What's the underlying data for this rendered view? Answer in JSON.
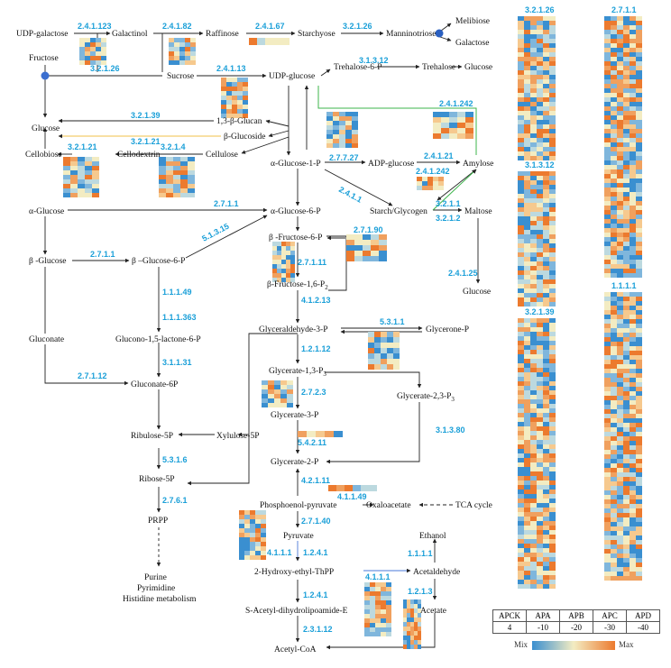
{
  "metabolites": {
    "udp_galactose": "UDP-galactose",
    "galactinol": "Galactinol",
    "raffinose": "Raffinose",
    "starchyose": "Starchyose",
    "manninotriose": "Manninotriose",
    "melibiose": "Melibiose",
    "galactose": "Galactose",
    "fructose": "Fructose",
    "sucrose": "Sucrose",
    "udp_glucose": "UDP-glucose",
    "trehalose_6p": "Trehalose-6-P",
    "trehalose": "Trehalose",
    "glucose_top": "Glucose",
    "glucose_left": "Glucose",
    "glucan": "1,3-β-Glucan",
    "glucoside": "β-Glucoside",
    "cellobiose": "Cellobiose",
    "cellodextrin": "Cellodextrin",
    "cellulose": "Cellulose",
    "alpha_glucose_1p": "α-Glucose-1-P",
    "adp_glucose": "ADP-glucose",
    "amylose": "Amylose",
    "starch": "Starch/Glycogen",
    "maltose": "Maltose",
    "glucose_right": "Glucose",
    "alpha_glucose": "α-Glucose",
    "alpha_glucose_6p": "α-Glucose-6-P",
    "beta_glucose": "β -Glucose",
    "beta_glucose_6p": "β –Glucose-6-P",
    "beta_fructose_6p": "β -Fructose-6-P",
    "beta_fructose_16p": "β-Fructose-1,6-P",
    "gluconate": "Gluconate",
    "glucono_lactone": "Glucono-1,5-lactone-6-P",
    "gluconate_6p": "Gluconate-6P",
    "glyceraldehyde_3p": "Glyceraldehyde-3-P",
    "glycerone_p": "Glycerone-P",
    "glycerate_13p": "Glycerate-1,3-P",
    "glycerate_23p": "Glycerate-2,3-P",
    "glycerate_3p": "Glycerate-3-P",
    "glycerate_2p": "Glycerate-2-P",
    "ribulose_5p": "Ribulose-5P",
    "xylulose_5p": "Xylulose-5P",
    "ribose_5p": "Ribose-5P",
    "prpp": "PRPP",
    "purine": "Purine",
    "pyrimidine": "Pyrimidine",
    "histidine": "Histidine metabolism",
    "pep": "Phosphoenol-pyruvate",
    "oxaloacetate": "Oxaloacetate",
    "tca": "TCA cycle",
    "pyruvate": "Pyruvate",
    "ethanol": "Ethanol",
    "hydroxyethyl": "2-Hydroxy-ethyl-ThPP",
    "acetaldehyde": "Acetaldehyde",
    "acetyl_lipoamide": "S-Acetyl-dihydrolipoamide-E",
    "acetate": "Acetate",
    "acetyl_coa": "Acetyl-CoA"
  },
  "subscripts": {
    "two": "2",
    "three": "3"
  },
  "enzymes": {
    "e24123": "2.4.1.123",
    "e24182": "2.4.1.82",
    "e24167": "2.4.1.67",
    "e32126_top": "3.2.1.26",
    "e32126": "3.2.1.26",
    "e24113": "2.4.1.13",
    "e31312": "3.1.3.12",
    "e32139": "3.2.1.39",
    "e32121": "3.2.1.21",
    "e32121b": "3.2.1.21",
    "e3214": "3.2.1.4",
    "e27727": "2.7.7.27",
    "e241242": "2.4.1.242",
    "e241242b": "2.4.1.242",
    "e24121": "2.4.1.21",
    "e2411": "2.4.1.1",
    "e3211": "3.2.1.1",
    "e3212": "3.2.1.2",
    "e24125": "2.4.1.25",
    "e2711": "2.7.1.1",
    "e2711b": "2.7.1.1",
    "e51315": "5.1.3.15",
    "e27190": "2.7.1.90",
    "e27111": "2.7.1.11",
    "e111149": "1.1.1.49",
    "e1111363": "1.1.1.363",
    "e31131": "3.1.1.31",
    "e27112": "2.7.1.12",
    "e41213": "4.1.2.13",
    "e5311": "5.3.1.1",
    "e12112": "1.2.1.12",
    "e2723": "2.7.2.3",
    "e31380": "3.1.3.80",
    "e54211": "5.4.2.11",
    "e5316": "5.3.1.6",
    "e42111": "4.2.1.11",
    "e41149": "4.1.1.49",
    "e2761": "2.7.6.1",
    "e27140": "2.7.1.40",
    "e4111": "4.1.1.1",
    "e1241": "1.2.4.1",
    "e1241b": "1.2.4.1",
    "e1111": "1.1.1.1",
    "e41111": "4.1.1.1",
    "e1213": "1.2.1.3",
    "e23112": "2.3.1.12"
  },
  "panels": {
    "p1": "3.2.1.26",
    "p2": "2.7.1.1",
    "p3": "3.1.3.12",
    "p4": "1.1.1.1",
    "p5": "3.2.1.39"
  },
  "legend": {
    "headers": [
      "APCK",
      "APA",
      "APB",
      "APC",
      "APD"
    ],
    "values": [
      "4",
      "-10",
      "-20",
      "-30",
      "-40"
    ],
    "min_label": "Mix",
    "max_label": "Max"
  },
  "colors": {
    "enzyme_label": "#1a9fd8",
    "heat_low": "#3a8fd0",
    "heat_mid": "#f3ecc2",
    "heat_high": "#ec7a2e",
    "green_link": "#3cb44b",
    "yellow_link": "#f2c04a",
    "blue_link": "#4a78d8"
  }
}
